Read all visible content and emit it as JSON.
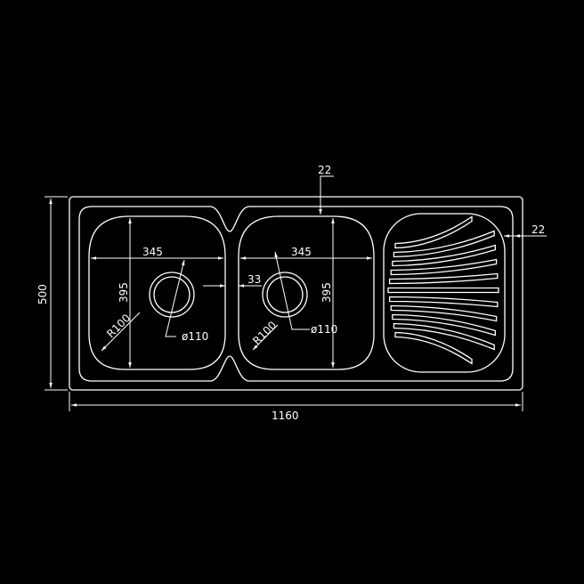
{
  "dimensions": {
    "overall_width": "1160",
    "overall_depth": "500",
    "bowl_width_left": "345",
    "bowl_width_right": "345",
    "bowl_length_left": "395",
    "bowl_length_right": "395",
    "drain_gap": "33",
    "top_margin": "22",
    "right_margin": "22",
    "radius_left": "R100",
    "radius_right": "R100",
    "drain_dia_left": "ø110",
    "drain_dia_right": "ø110"
  },
  "colors": {
    "background": "#000000",
    "lines": "#ffffff"
  }
}
